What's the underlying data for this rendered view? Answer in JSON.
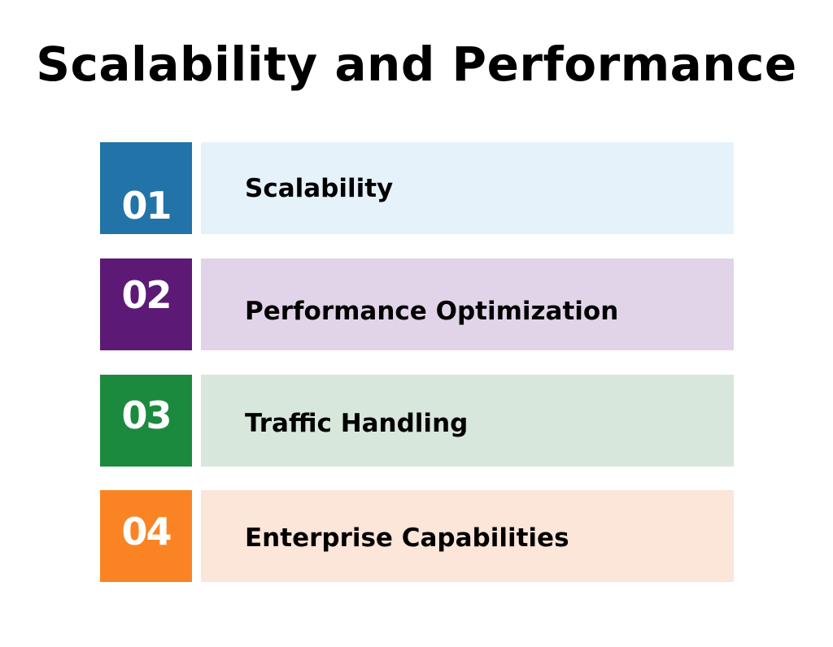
{
  "title": "Scalability and Performance",
  "items": [
    {
      "number": "01",
      "label": "Scalability",
      "accent": "#2173a8",
      "bg": "#e5f2fa"
    },
    {
      "number": "02",
      "label": "Performance Optimization",
      "accent": "#5c1a76",
      "bg": "#e1d4e8"
    },
    {
      "number": "03",
      "label": "Traffic Handling",
      "accent": "#1b8a3e",
      "bg": "#d8e7dc"
    },
    {
      "number": "04",
      "label": "Enterprise Capabilities",
      "accent": "#fa8424",
      "bg": "#fce5d9"
    }
  ]
}
